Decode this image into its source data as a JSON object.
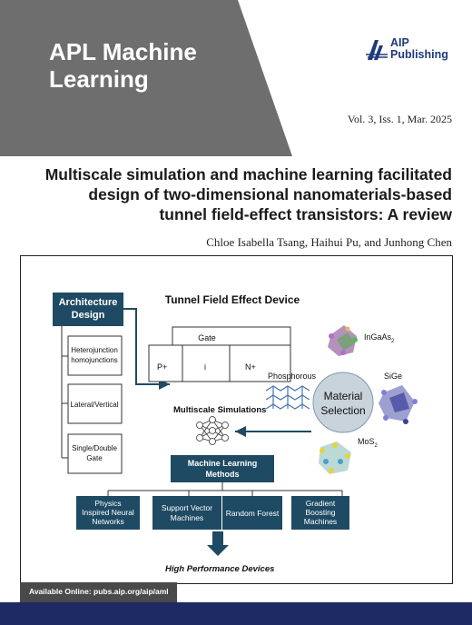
{
  "journal": {
    "line1": "APL Machine",
    "line2": "Learning"
  },
  "publisher": {
    "line1": "AIP",
    "line2": "Publishing"
  },
  "issue": "Vol. 3, Iss. 1, Mar. 2025",
  "title": {
    "line1": "Multiscale simulation and machine learning facilitated",
    "line2": "design of two-dimensional nanomaterials-based",
    "line3": "tunnel field-effect transistors: A review"
  },
  "authors": "Chloe Isabella Tsang, Haihui Pu, and Junhong Chen",
  "figure": {
    "architecture": "Architecture\nDesign",
    "arch_line1": "Architecture",
    "arch_line2": "Design",
    "options": [
      {
        "line1": "Heterojunction",
        "line2": "homojunctions"
      },
      {
        "line1": "Lateral/Vertical",
        "line2": ""
      },
      {
        "line1": "Single/Double",
        "line2": "Gate"
      }
    ],
    "device_title": "Tunnel Field Effect Device",
    "gate": "Gate",
    "regions": [
      "P+",
      "i",
      "N+"
    ],
    "multiscale": "Multiscale Simulations",
    "material_line1": "Material",
    "material_line2": "Selection",
    "materials": {
      "ingaas": "InGaAs",
      "ingaas_sub": "2",
      "phos": "Phosphorous",
      "sige": "SiGe",
      "mos": "MoS",
      "mos_sub": "2"
    },
    "ml_line1": "Machine Learning",
    "ml_line2": "Methods",
    "methods": [
      {
        "line1": "Physics",
        "line2": "Inspired Neural",
        "line3": "Networks"
      },
      {
        "line1": "Support Vector",
        "line2": "Machines",
        "line3": ""
      },
      {
        "line1": "Random Forest",
        "line2": "",
        "line3": ""
      },
      {
        "line1": "Gradient",
        "line2": "Boosting",
        "line3": "Machines"
      }
    ],
    "result": "High Performance Devices"
  },
  "footer": "Available Online: pubs.aip.org/aip/aml",
  "colors": {
    "banner": "#6e6e6e",
    "navy": "#1f4a63",
    "logo": "#1f3a7a",
    "bottom": "#1e2a63"
  }
}
